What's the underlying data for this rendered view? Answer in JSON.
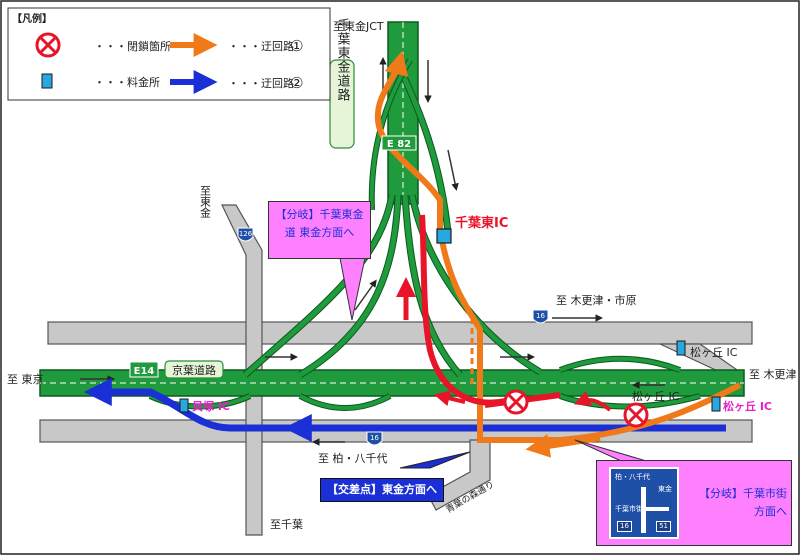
{
  "legend": {
    "title": "【凡例】",
    "closure": "・・・閉鎖箇所",
    "tollgate": "・・・料金所",
    "detour1": "・・・迂回路",
    "detour1_num": "①",
    "detour2": "・・・迂回路",
    "detour2_num": "②"
  },
  "labels": {
    "to_togane_jct": "至東金JCT",
    "chiba_togane_road": "千葉東金道路",
    "e82": "E 82",
    "to_togane": "至東金",
    "route126": "126",
    "chiba_higashi_ic": "千葉東IC",
    "to_kisarazu_ichihara": "至 木更津・市原",
    "route16_top": "16",
    "matsugaoka_ic_top": "松ヶ丘 IC",
    "to_kisarazu": "至 木更津",
    "to_tokyo": "至 東京",
    "e14": "E14",
    "keiyo_road": "京葉道路",
    "kaizuka_ic": "貝塚 IC",
    "matsugaoka_ic_mid": "松ヶ丘 IC",
    "matsugaoka_ic_right": "松ヶ丘 IC",
    "route16_bottom": "16",
    "to_kashiwa_yachiyo": "至 柏・八千代",
    "aoba_road": "青葉の森通り",
    "to_chiba": "至千葉"
  },
  "callouts": {
    "branch_togane": "【分岐】千葉東金道 東金方面へ",
    "intersection_togane": "【交差点】東金方面へ",
    "branch_chiba": "【分岐】千葉市街 方面へ"
  },
  "sign": {
    "kashiwa": "柏・八千代",
    "togane": "東金",
    "chiba_center": "千葉市街",
    "route_a": "16",
    "route_b": "51"
  },
  "colors": {
    "closure_red": "#e8142a",
    "detour1_orange": "#f07a1a",
    "detour2_blue": "#1a2fd6",
    "expressway_green": "#1f9a3c",
    "route_blue": "#1f50a8",
    "tollgate_cyan": "#28a8e0",
    "callout_magenta": "#ff80ff"
  }
}
